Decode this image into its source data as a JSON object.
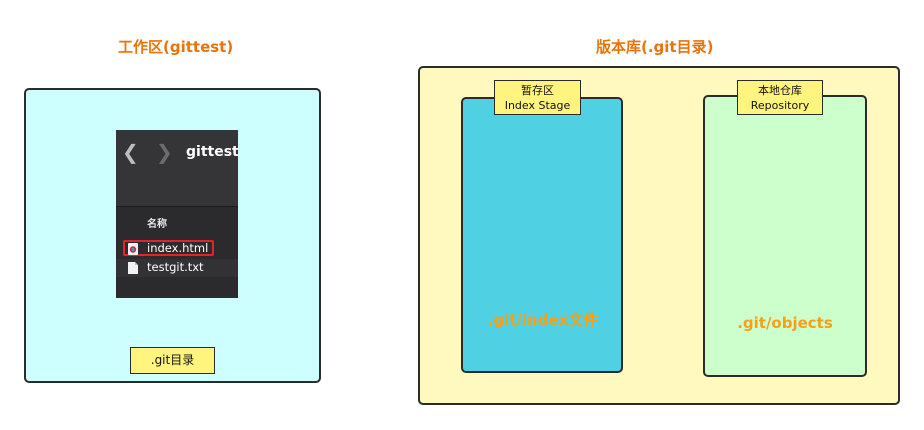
{
  "workspace": {
    "title": "工作区(gittest)",
    "tag": ".git目录",
    "finder": {
      "title": "gittest",
      "column_header": "名称",
      "files": [
        {
          "name": "index.html",
          "icon": "html-file-icon",
          "selected": true
        },
        {
          "name": "testgit.txt",
          "icon": "text-file-icon",
          "selected": false
        }
      ]
    }
  },
  "repository": {
    "title": "版本库(.git目录)",
    "stage": {
      "tag_line1": "暂存区",
      "tag_line2": "Index Stage",
      "label": ".git/index文件"
    },
    "objects": {
      "tag_line1": "本地仓库",
      "tag_line2": "Repository",
      "label": ".git/objects"
    }
  },
  "colors": {
    "title": "#e8740c",
    "workspace_bg": "#ccfffe",
    "repo_bg": "#fff9bf",
    "stage_bg": "#4fd0e3",
    "objects_bg": "#ccffcc",
    "tag_bg": "#fff47d",
    "label_orange": "#f6a019",
    "selection_border": "#e0242a"
  }
}
